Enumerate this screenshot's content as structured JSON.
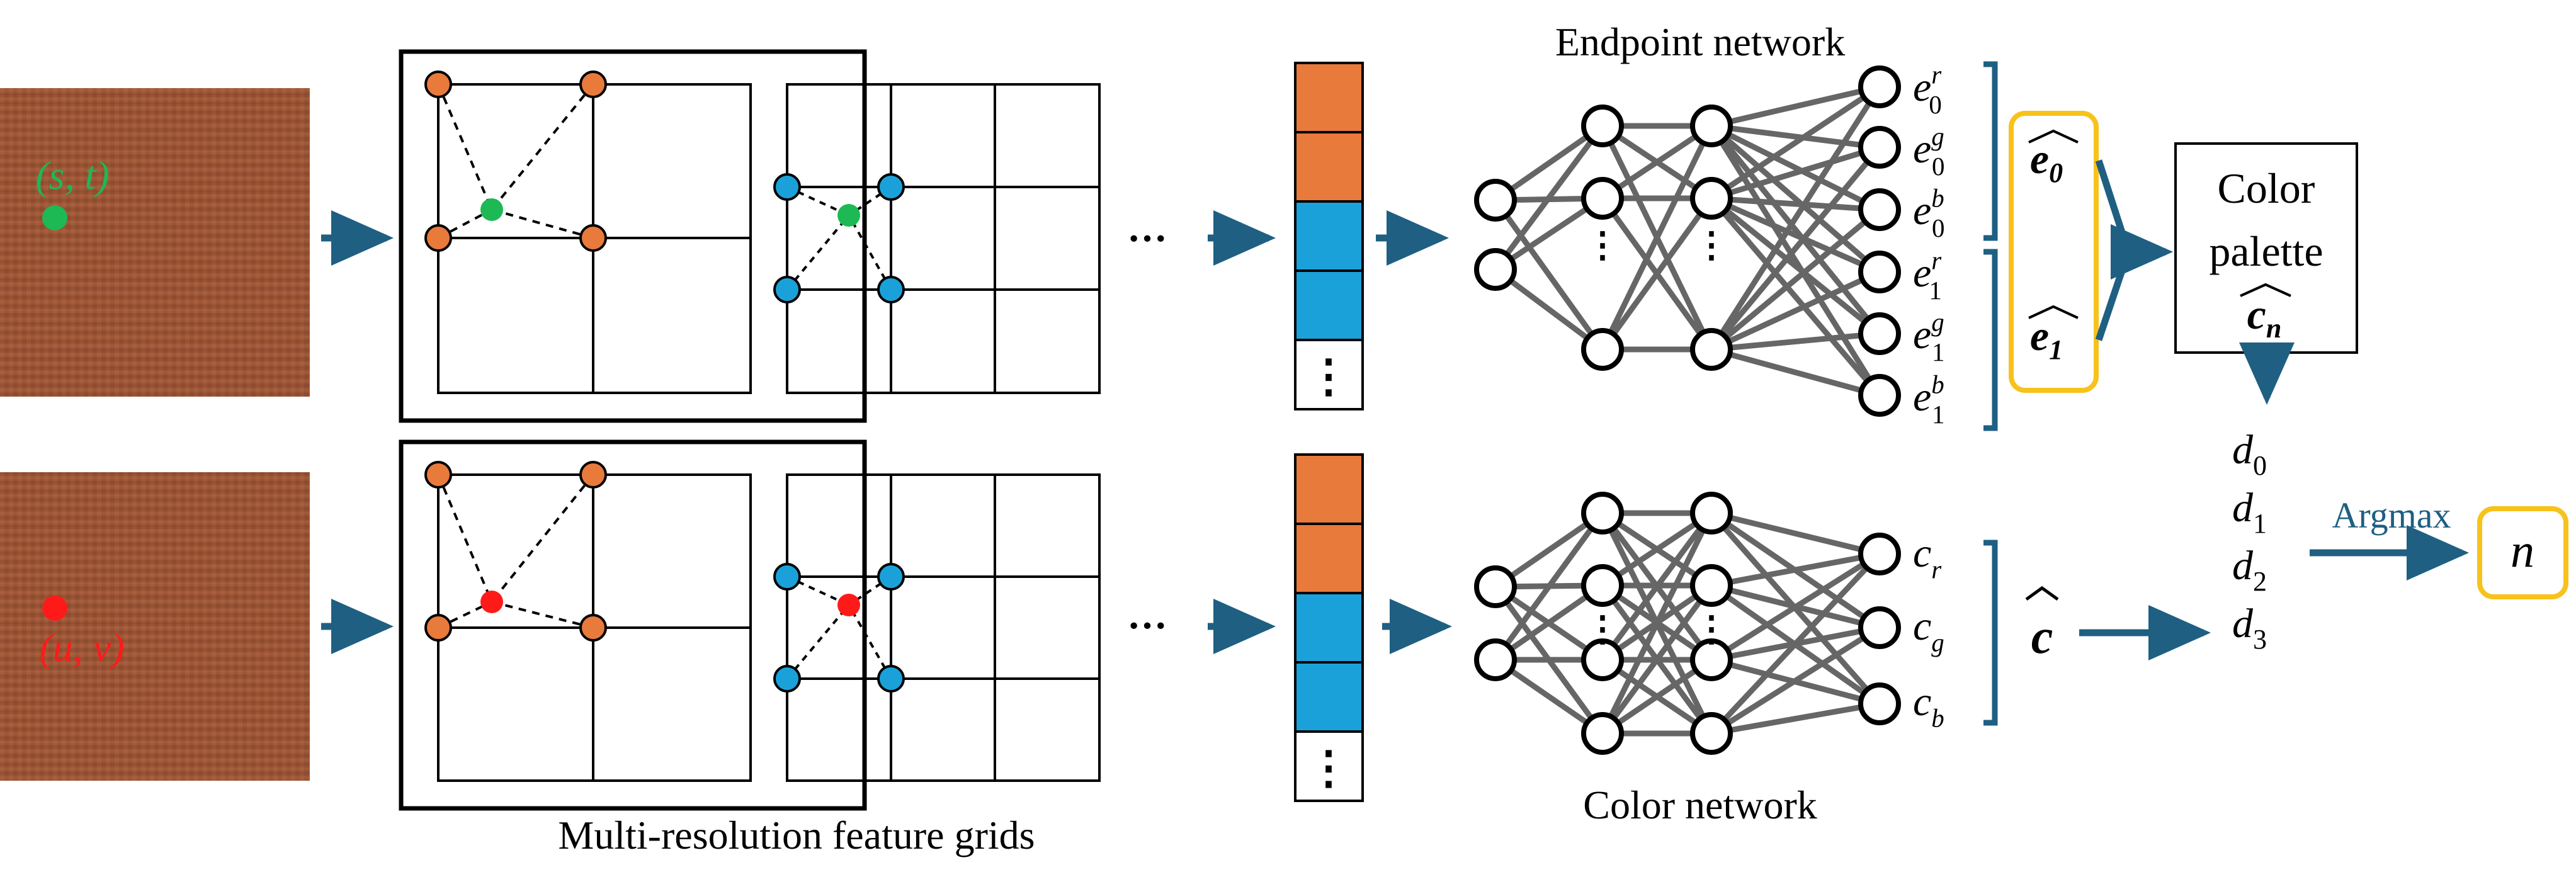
{
  "labels": {
    "feature_grids": "Multi-resolution feature grids",
    "endpoint_network": "Endpoint network",
    "color_network": "Color network",
    "color_palette_line1": "Color",
    "color_palette_line2": "palette",
    "argmax": "Argmax",
    "ellipsis": "···",
    "vdots": "⋮",
    "coord_top": "(s, t)",
    "coord_bottom": "(u, v)",
    "c_hat": "c",
    "e0_hat": "e0",
    "e1_hat": "e1",
    "cn_hat": "cn",
    "n": "n"
  },
  "endpoint_outputs": [
    {
      "base": "e",
      "sub": "0",
      "sup": "r"
    },
    {
      "base": "e",
      "sub": "0",
      "sup": "g"
    },
    {
      "base": "e",
      "sub": "0",
      "sup": "b"
    },
    {
      "base": "e",
      "sub": "1",
      "sup": "r"
    },
    {
      "base": "e",
      "sub": "1",
      "sup": "g"
    },
    {
      "base": "e",
      "sub": "1",
      "sup": "b"
    }
  ],
  "color_outputs": [
    {
      "base": "c",
      "sub": "r"
    },
    {
      "base": "c",
      "sub": "g"
    },
    {
      "base": "c",
      "sub": "b"
    }
  ],
  "distances": [
    {
      "base": "d",
      "sub": "0"
    },
    {
      "base": "d",
      "sub": "1"
    },
    {
      "base": "d",
      "sub": "2"
    },
    {
      "base": "d",
      "sub": "3"
    }
  ],
  "colors": {
    "arrow": "#1f5f82",
    "orange": "#e87a3c",
    "blue": "#1ba1da",
    "green": "#1db954",
    "red": "#ff1a1a",
    "highlight": "#f7c21b",
    "texture": "#9c5436",
    "edge": "#666666"
  }
}
